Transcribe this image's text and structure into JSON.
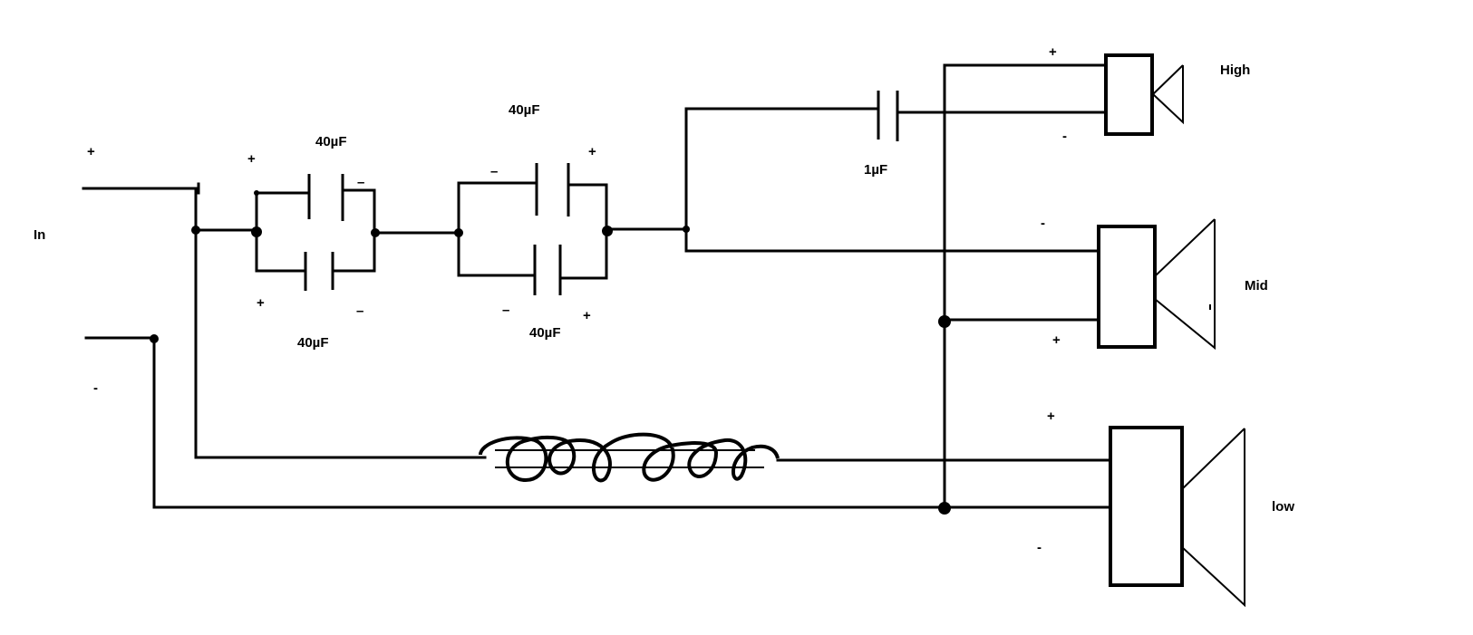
{
  "input": {
    "label": "In",
    "plus": "+",
    "minus": "-"
  },
  "capacitors": {
    "c1": {
      "label": "40µF",
      "plus": "+",
      "minus": "–"
    },
    "c2": {
      "label": "40µF",
      "plus": "+",
      "minus": "–"
    },
    "c3": {
      "label": "40µF",
      "plus": "+",
      "minus": "–"
    },
    "c4": {
      "label": "40µF",
      "plus": "+",
      "minus": "–"
    },
    "c5": {
      "label": "1µF"
    }
  },
  "speakers": {
    "high": {
      "label": "High",
      "plus": "+",
      "minus": "-"
    },
    "mid": {
      "label": "Mid",
      "plus": "+",
      "minus": "-"
    },
    "low": {
      "label": "low",
      "plus": "+",
      "minus": "-"
    }
  }
}
